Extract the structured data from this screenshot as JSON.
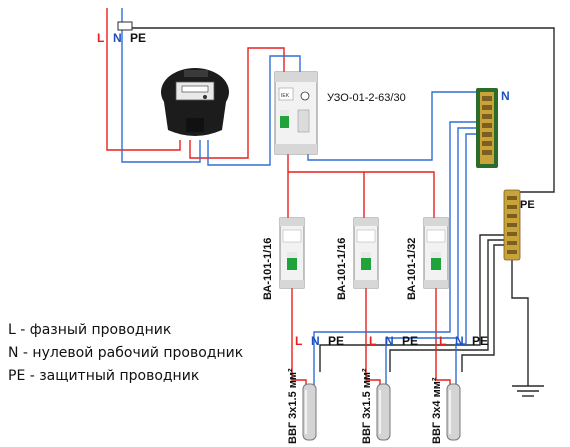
{
  "supply": {
    "phase": "L",
    "neutral": "N",
    "earth": "PE"
  },
  "rcd": {
    "model": "УЗО-01-2-63/30"
  },
  "neutral_bus": {
    "label": "N"
  },
  "earth_bus": {
    "label": "PE"
  },
  "breakers": [
    {
      "model": "ВА-101-1/16"
    },
    {
      "model": "ВА-101-1/16"
    },
    {
      "model": "ВА-101-1/32"
    }
  ],
  "outputs": [
    {
      "phase": "L",
      "neutral": "N",
      "earth": "PE",
      "cable": "ВВГ 3х1.5 мм²"
    },
    {
      "phase": "L",
      "neutral": "N",
      "earth": "PE",
      "cable": "ВВГ 3х1.5 мм²"
    },
    {
      "phase": "L",
      "neutral": "N",
      "earth": "PE",
      "cable": "ВВГ 3х4 мм²"
    }
  ],
  "legend": [
    "L - фазный проводник",
    "N - нулевой рабочий проводник",
    "PE - защитный проводник"
  ],
  "colors": {
    "phase": "#e8201c",
    "neutral": "#2f6fd6",
    "earth": "#2a2a2a",
    "label_blue": "#1f4fbf"
  }
}
